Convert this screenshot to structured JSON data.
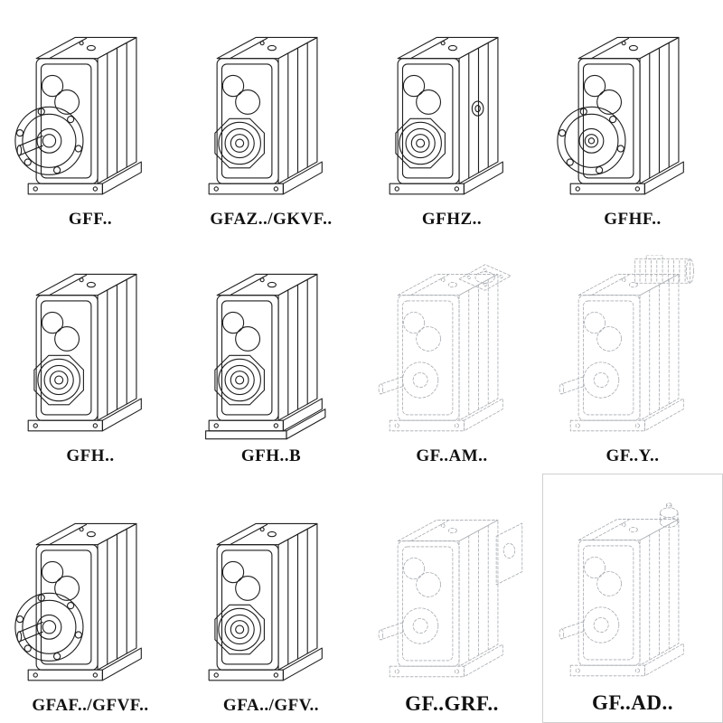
{
  "palette": {
    "background": "#ffffff",
    "solid_line": "#1f1f1f",
    "phantom_line": "#a7abb0",
    "label_color": "#111111"
  },
  "cells": [
    {
      "label": "GFF..",
      "line_style": "solid",
      "features": [
        "flange",
        "shaft"
      ]
    },
    {
      "label": "GFAZ../GKVF..",
      "line_style": "solid",
      "features": [
        "hollow"
      ]
    },
    {
      "label": "GFHZ..",
      "line_style": "solid",
      "features": [
        "hollow",
        "side-bore"
      ]
    },
    {
      "label": "GFHF..",
      "line_style": "solid",
      "features": [
        "flange-hollow"
      ]
    },
    {
      "label": "GFH..",
      "line_style": "solid",
      "features": [
        "hollow"
      ]
    },
    {
      "label": "GFH..B",
      "line_style": "solid",
      "features": [
        "hollow",
        "base"
      ]
    },
    {
      "label": "GF..AM..",
      "line_style": "phantom",
      "features": [
        "shaft",
        "adapter-flange"
      ]
    },
    {
      "label": "GF..Y..",
      "line_style": "phantom",
      "features": [
        "shaft",
        "motor"
      ]
    },
    {
      "label": "GFAF../GFVF..",
      "line_style": "solid",
      "features": [
        "flange",
        "shaft"
      ]
    },
    {
      "label": "GFA../GFV..",
      "line_style": "solid",
      "features": [
        "hollow"
      ]
    },
    {
      "label": "GF..GRF..",
      "line_style": "phantom",
      "features": [
        "shaft",
        "grf-block"
      ]
    },
    {
      "label": "GF..AD..",
      "line_style": "phantom",
      "features": [
        "shaft",
        "input-adapter"
      ]
    }
  ]
}
